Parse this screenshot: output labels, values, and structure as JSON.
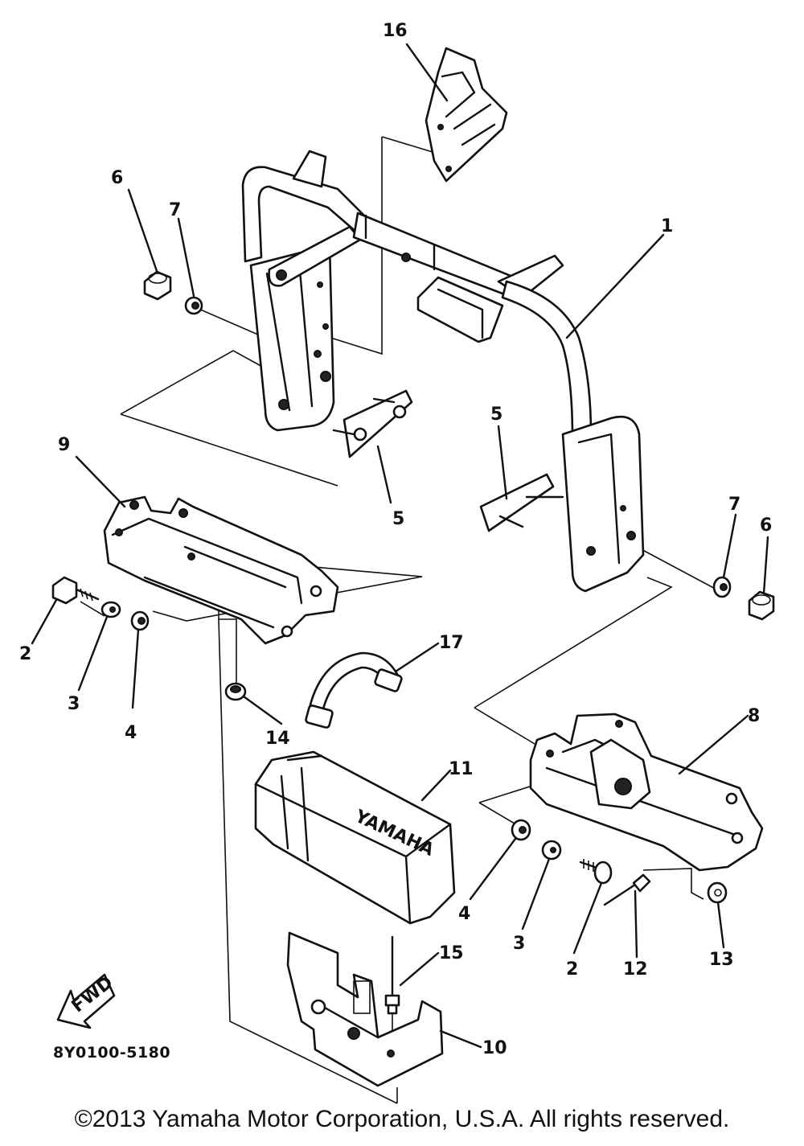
{
  "diagram": {
    "callouts": [
      {
        "id": "c1",
        "label": "1"
      },
      {
        "id": "c2a",
        "label": "2"
      },
      {
        "id": "c2b",
        "label": "2"
      },
      {
        "id": "c3a",
        "label": "3"
      },
      {
        "id": "c3b",
        "label": "3"
      },
      {
        "id": "c4a",
        "label": "4"
      },
      {
        "id": "c4b",
        "label": "4"
      },
      {
        "id": "c5a",
        "label": "5"
      },
      {
        "id": "c5b",
        "label": "5"
      },
      {
        "id": "c6a",
        "label": "6"
      },
      {
        "id": "c6b",
        "label": "6"
      },
      {
        "id": "c7a",
        "label": "7"
      },
      {
        "id": "c7b",
        "label": "7"
      },
      {
        "id": "c8",
        "label": "8"
      },
      {
        "id": "c9",
        "label": "9"
      },
      {
        "id": "c10",
        "label": "10"
      },
      {
        "id": "c11",
        "label": "11"
      },
      {
        "id": "c12",
        "label": "12"
      },
      {
        "id": "c13",
        "label": "13"
      },
      {
        "id": "c14",
        "label": "14"
      },
      {
        "id": "c15",
        "label": "15"
      },
      {
        "id": "c16",
        "label": "16"
      },
      {
        "id": "c17",
        "label": "17"
      }
    ],
    "fwd_label": "FWD",
    "battery_brand": "YAMAHA",
    "diagram_code": "8Y0100-5180"
  },
  "footer": {
    "copyright": "©2013 Yamaha Motor Corporation, U.S.A. All rights reserved."
  }
}
